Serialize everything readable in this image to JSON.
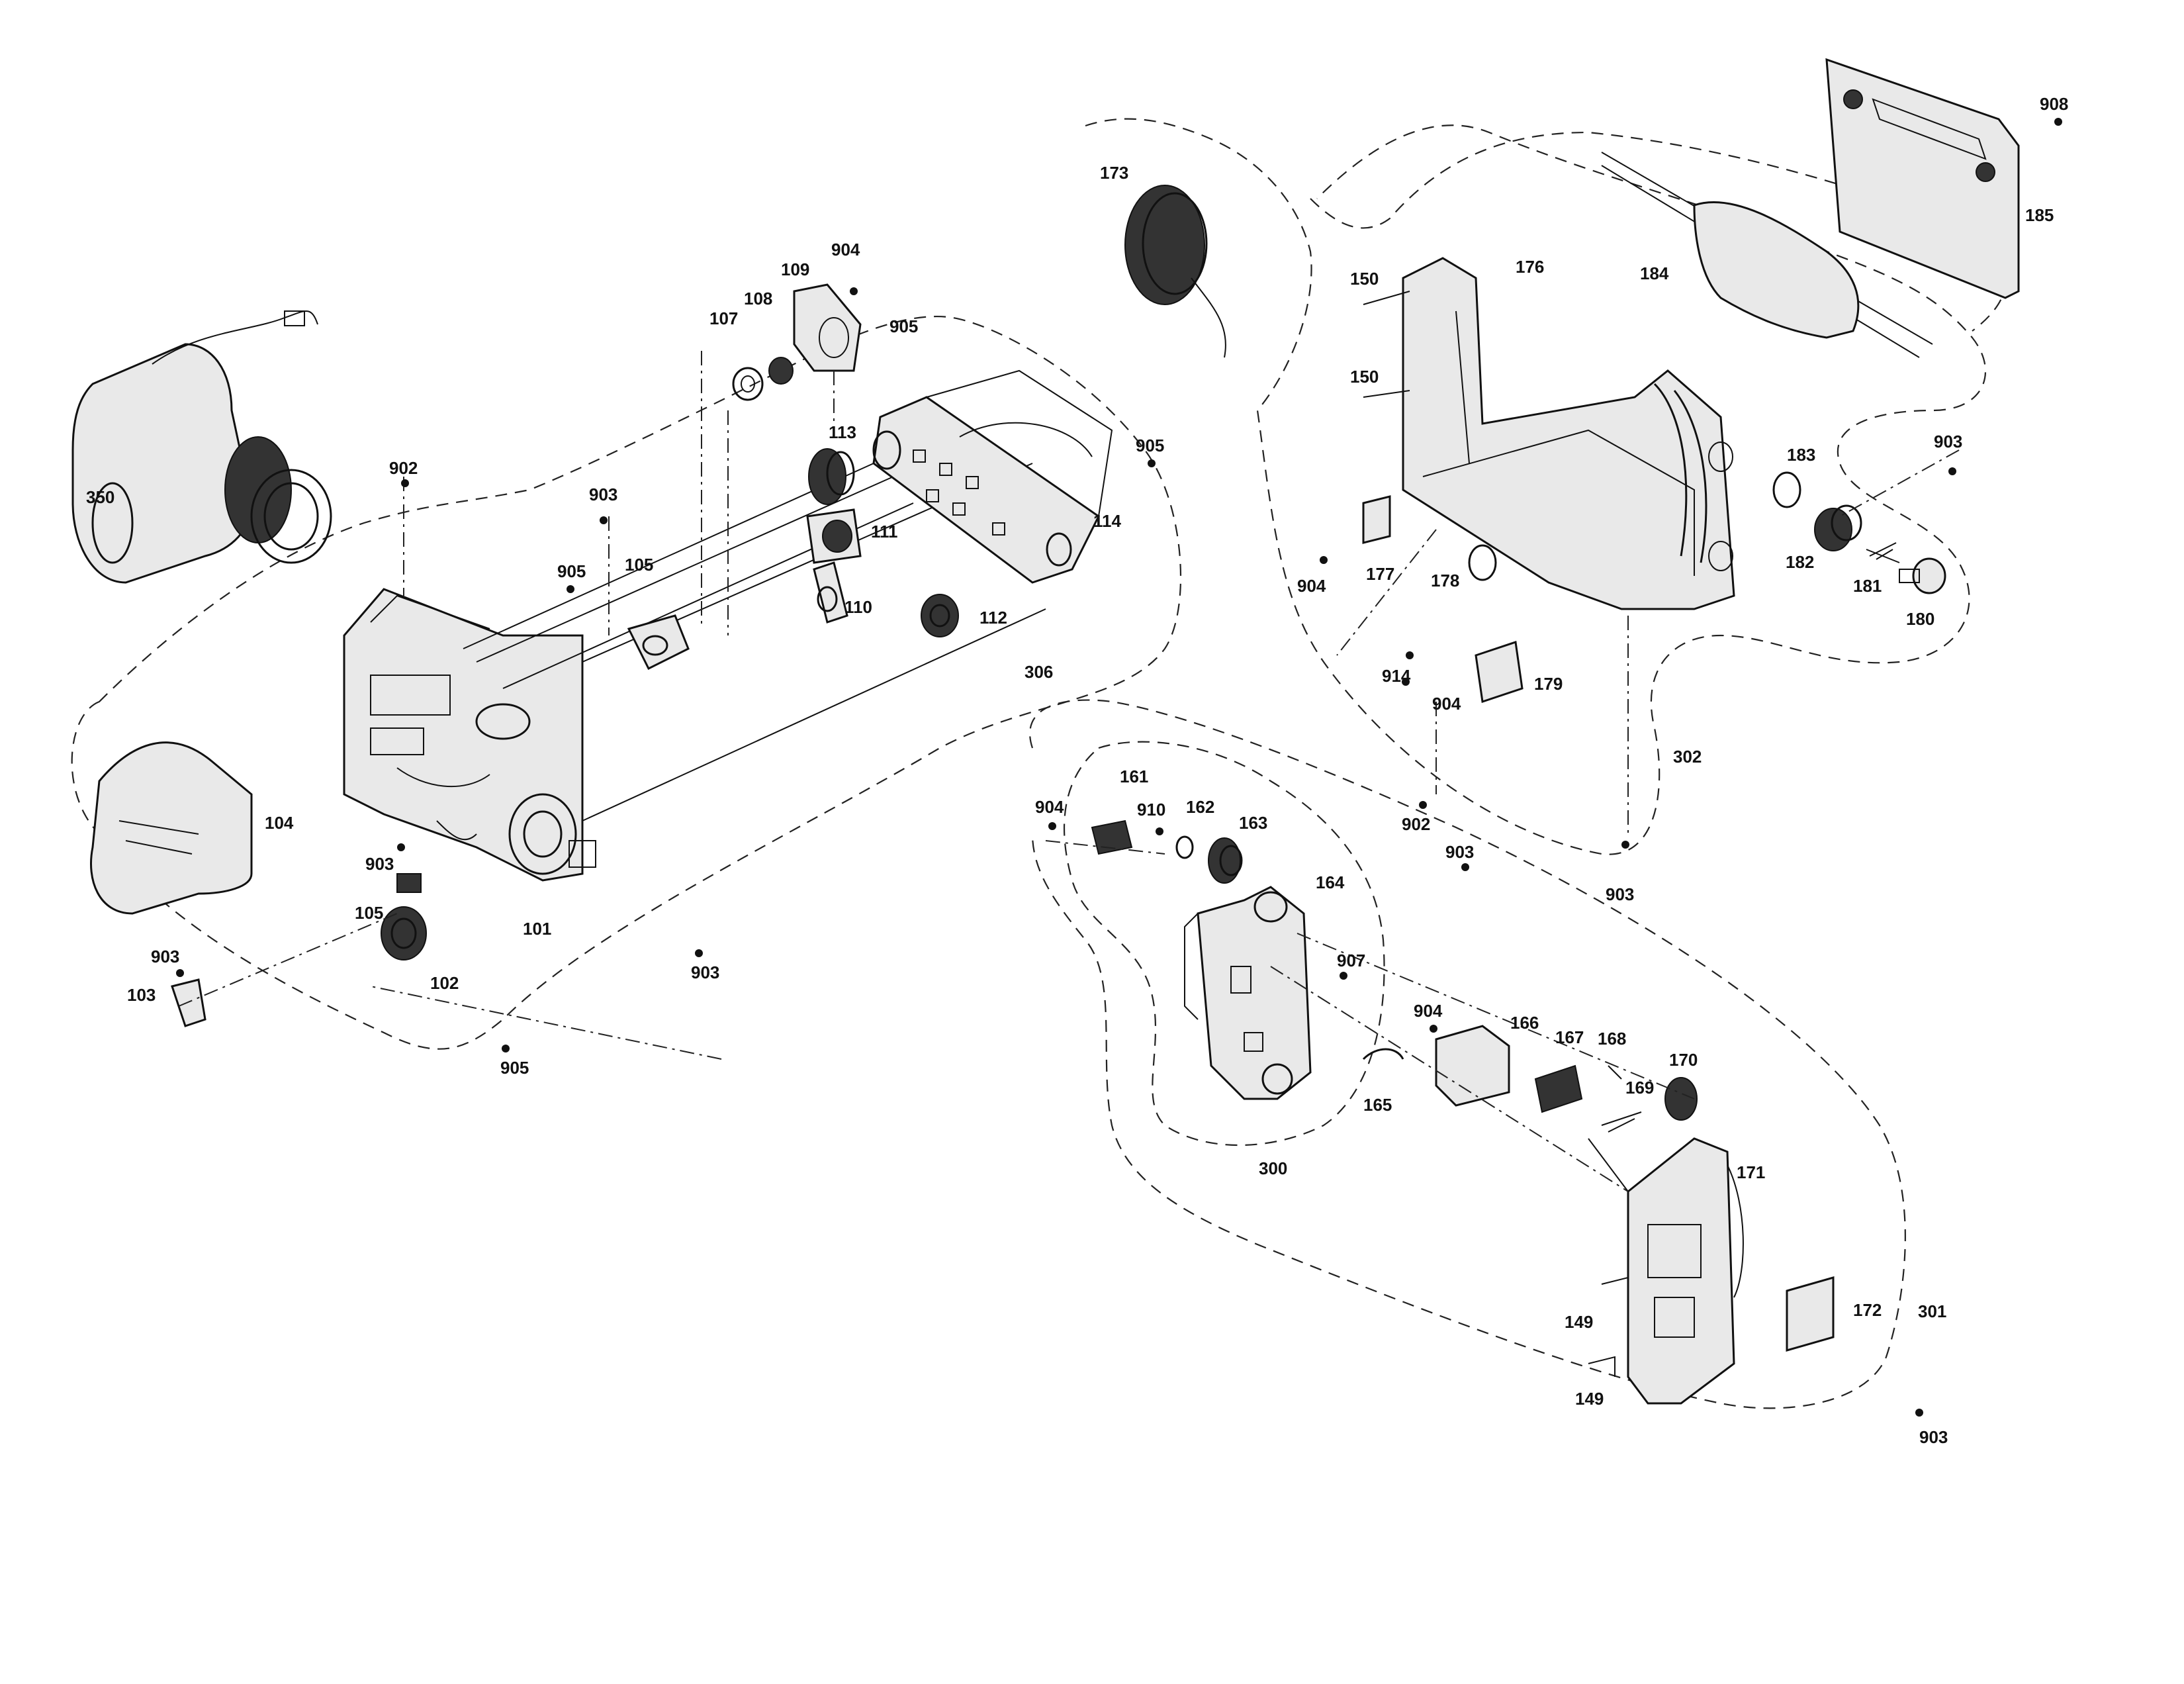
{
  "diagram": {
    "labels": {
      "l350": "350",
      "l902a": "902",
      "l903a": "903",
      "l905a": "905",
      "l107": "107",
      "l108": "108",
      "l109": "109",
      "l904a": "904",
      "l905b": "905",
      "l113": "113",
      "l905c": "905",
      "l114": "114",
      "l111": "111",
      "l105a": "105",
      "l110": "110",
      "l112": "112",
      "l306": "306",
      "l104": "104",
      "l903b": "903",
      "l105b": "105",
      "l101": "101",
      "l102": "102",
      "l903c": "903",
      "l903d": "903",
      "l103": "103",
      "l905d": "905",
      "l173": "173",
      "l150a": "150",
      "l176": "176",
      "l150b": "150",
      "l184": "184",
      "l908": "908",
      "l185": "185",
      "l903e": "903",
      "l183": "183",
      "l904b": "904",
      "l177": "177",
      "l178": "178",
      "l182": "182",
      "l181": "181",
      "l180": "180",
      "l914": "914",
      "l904c": "904",
      "l179": "179",
      "l302": "302",
      "l902b": "902",
      "l903f": "903",
      "l904d": "904",
      "l161": "161",
      "l910": "910",
      "l162": "162",
      "l163": "163",
      "l903g": "903",
      "l164": "164",
      "l907": "907",
      "l904e": "904",
      "l166": "166",
      "l167": "167",
      "l168": "168",
      "l170": "170",
      "l165": "165",
      "l169": "169",
      "l300": "300",
      "l171": "171",
      "l149a": "149",
      "l172": "172",
      "l301": "301",
      "l149b": "149",
      "l903h": "903"
    }
  }
}
